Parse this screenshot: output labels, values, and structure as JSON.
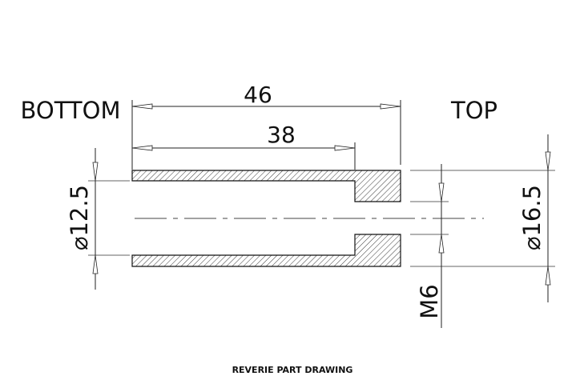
{
  "labels": {
    "bottom": "BOTTOM",
    "top": "TOP",
    "dim_overall": "46",
    "dim_bore_depth": "38",
    "dia_bottom": "12.5",
    "dia_top": "16.5",
    "thread": "M6",
    "diameter_symbol": "⌀"
  },
  "caption": "REVERIE PART DRAWING"
}
